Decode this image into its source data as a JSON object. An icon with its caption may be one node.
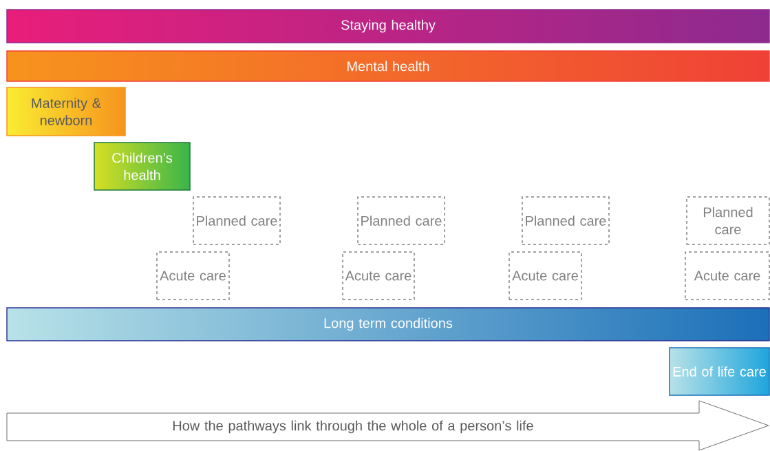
{
  "diagram": {
    "nodes": [
      {
        "text": [
          "Staying healthy"
        ]
      },
      {
        "text": [
          "Mental health"
        ]
      },
      {
        "text": [
          "Maternity & newborn"
        ]
      },
      {
        "text": [
          "Children’s health"
        ]
      },
      {
        "text": [
          "Planned care"
        ]
      },
      {
        "text": [
          "Planned care"
        ]
      },
      {
        "text": [
          "Planned care"
        ]
      },
      {
        "text": [
          "Planned care"
        ]
      },
      {
        "text": [
          "Acute care"
        ]
      },
      {
        "text": [
          "Acute care"
        ]
      },
      {
        "text": [
          "Acute care"
        ]
      },
      {
        "text": [
          "Acute care"
        ]
      },
      {
        "text": [
          "Long term conditions"
        ]
      },
      {
        "text": [
          "End of life care"
        ]
      },
      {
        "text": [
          "How the pathways link through the whole of a person’s life"
        ]
      }
    ]
  }
}
